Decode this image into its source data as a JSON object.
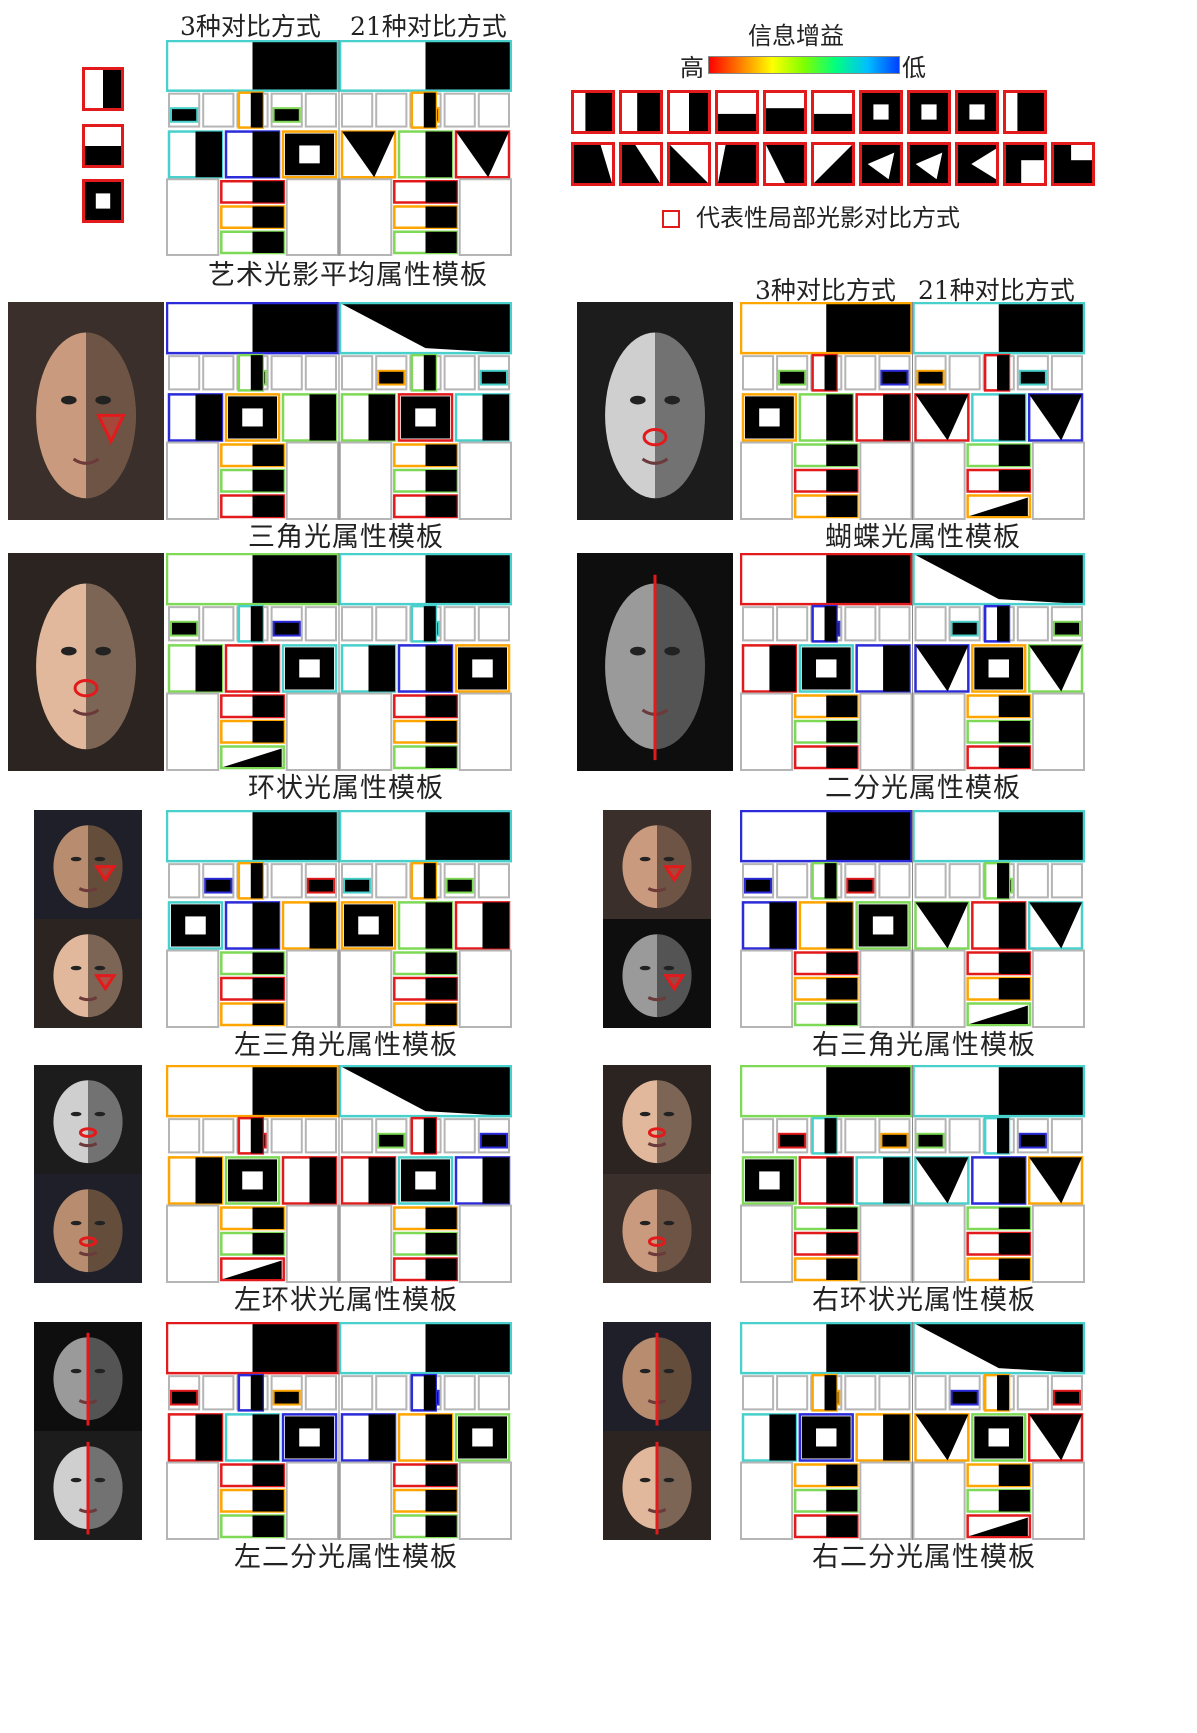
{
  "top": {
    "header_3": "3种对比方式",
    "header_21": "21种对比方式",
    "average_caption": "艺术光影平均属性模板",
    "info_gain_title": "信息增益",
    "info_gain_high": "高",
    "info_gain_low": "低",
    "legend_text": "代表性局部光影对比方式"
  },
  "right_headers": {
    "header_3": "3种对比方式",
    "header_21": "21种对比方式"
  },
  "templates": [
    {
      "caption": "三角光属性模板",
      "mark": "triangle"
    },
    {
      "caption": "蝴蝶光属性模板",
      "mark": "ellipse"
    },
    {
      "caption": "环状光属性模板",
      "mark": "ellipse"
    },
    {
      "caption": "二分光属性模板",
      "mark": "line"
    },
    {
      "caption": "左三角光属性模板",
      "mark": "triangle"
    },
    {
      "caption": "右三角光属性模板",
      "mark": "triangle"
    },
    {
      "caption": "左环状光属性模板",
      "mark": "ellipse"
    },
    {
      "caption": "右环状光属性模板",
      "mark": "ellipse"
    },
    {
      "caption": "左二分光属性模板",
      "mark": "line"
    },
    {
      "caption": "右二分光属性模板",
      "mark": "line"
    }
  ],
  "colors": {
    "contrast_red": "#e31a1c",
    "rect_orange": "#ffa500",
    "rect_green": "#7ed957",
    "rect_cyan": "#48d1cc",
    "rect_blue": "#2b2bd9",
    "grid_gray": "#b5b5b5",
    "fill_black": "#000000"
  },
  "icons": [
    "face-photo",
    "contrast-pattern",
    "red-triangle-mark",
    "red-ellipse-mark",
    "red-line-mark"
  ]
}
